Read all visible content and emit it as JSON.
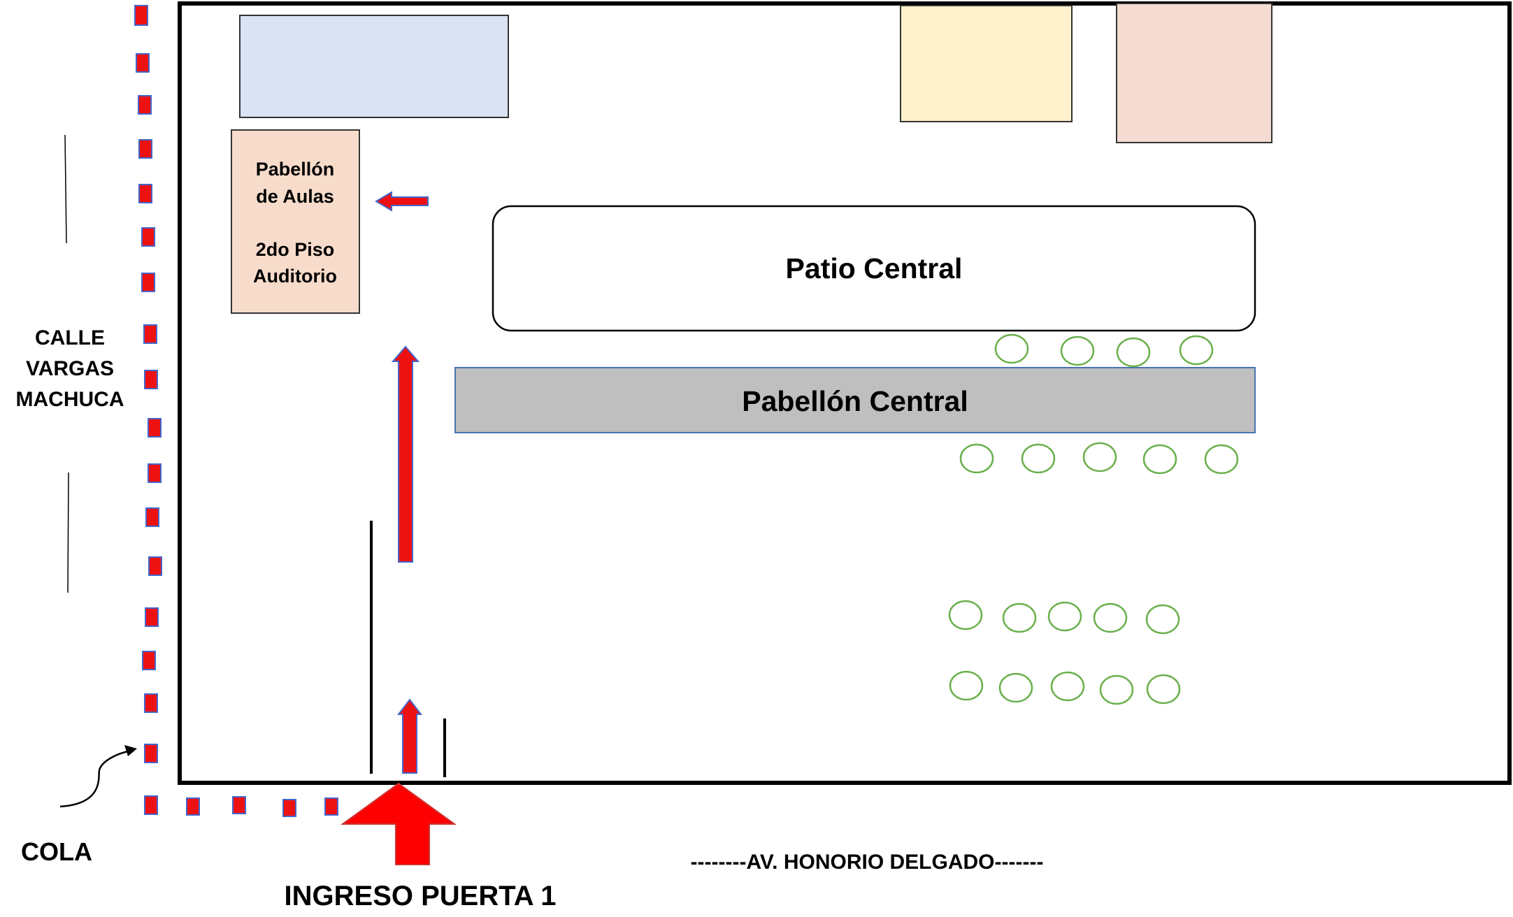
{
  "street_left": {
    "line1": "CALLE",
    "line2": "VARGAS",
    "line3": "MACHUCA"
  },
  "street_bottom": "--------AV. HONORIO DELGADO-------",
  "queue_label": "COLA",
  "entrance_label": "INGRESO PUERTA 1",
  "pabellon_aulas": {
    "line1": "Pabellón",
    "line2": "de Aulas",
    "line3": "2do Piso",
    "line4": "Auditorio"
  },
  "patio_central": "Patio Central",
  "pabellon_central": "Pabellón Central",
  "colors": {
    "queue_marker": "#ee1111",
    "queue_marker_border": "#4466cc",
    "arrow": "#ee1111",
    "tree_outline": "#6ab04c",
    "building_blue": "#dae3f3",
    "building_yellow": "#fff2cc",
    "building_pink": "#f4dcd2",
    "aulas_fill": "#f8dccb",
    "pabellon_central_fill": "#bfbfbf",
    "pabellon_central_border": "#4a73b0"
  }
}
